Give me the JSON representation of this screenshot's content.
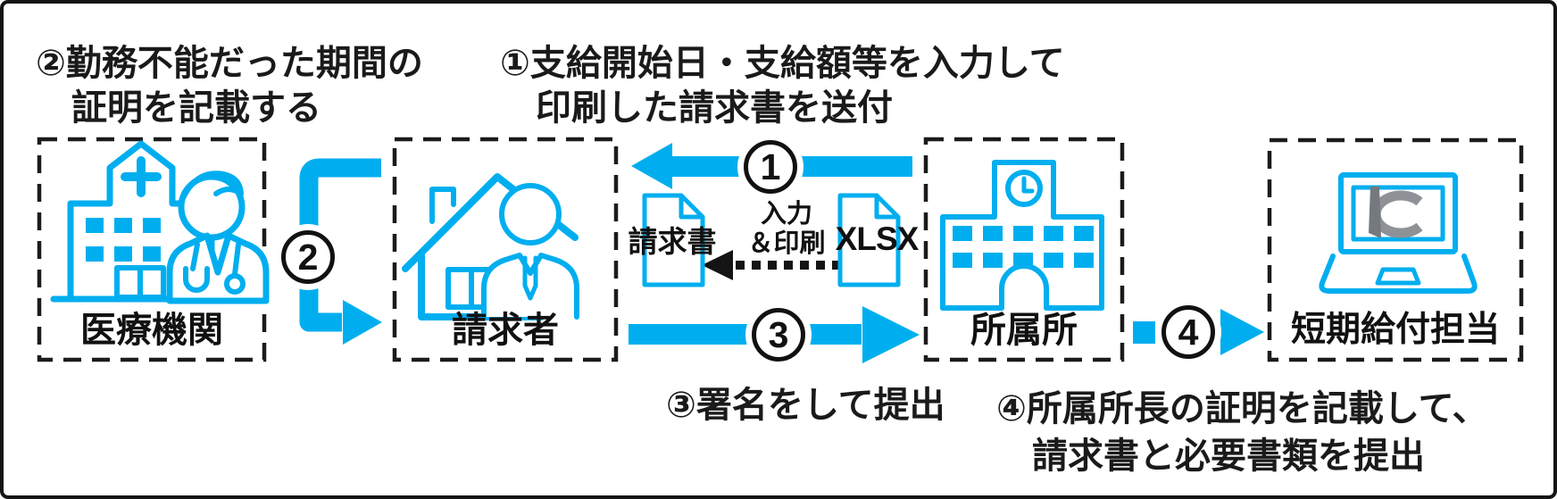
{
  "colors": {
    "accent": "#00AEEF",
    "ink": "#1a1a1a",
    "logo_gray": "#8e9296",
    "logo_dark": "#75797d"
  },
  "notes": {
    "step1": {
      "line1": "①支給開始日・支給額等を入力して",
      "line2": "印刷した請求書を送付"
    },
    "step2": {
      "line1": "②勤務不能だった期間の",
      "line2": "証明を記載する"
    },
    "step3": {
      "line1": "③署名をして提出"
    },
    "step4": {
      "line1": "④所属所長の証明を記載して、",
      "line2": "請求書と必要書類を提出"
    }
  },
  "boxes": [
    {
      "id": "medical-institution",
      "label": "医療機関",
      "icon": "hospital-doctor-icon"
    },
    {
      "id": "claimant",
      "label": "請求者",
      "icon": "house-person-icon"
    },
    {
      "id": "affiliated-office",
      "label": "所属所",
      "icon": "office-building-clock-icon"
    },
    {
      "id": "short-term-benefits",
      "label": "短期給付担当",
      "icon": "laptop-icon"
    }
  ],
  "flow": {
    "badges": [
      "1",
      "2",
      "3",
      "4"
    ],
    "invoice_doc_label": "請求書",
    "xlsx_doc_label": "XLSX",
    "input_print_line1": "入力",
    "input_print_line2": "＆印刷"
  }
}
